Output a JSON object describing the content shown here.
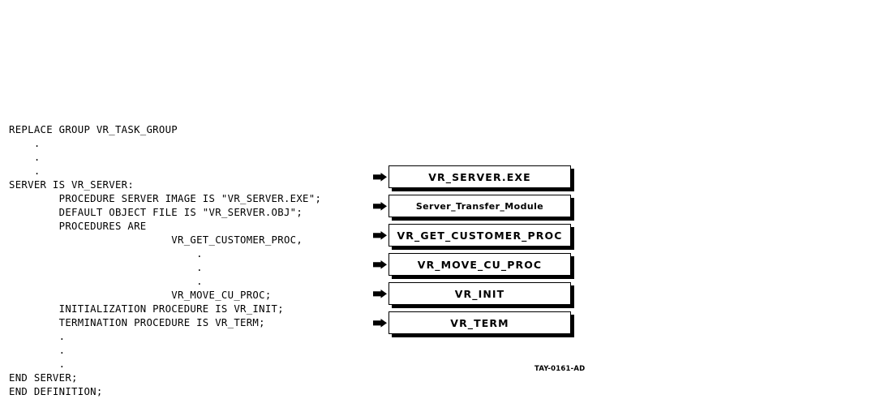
{
  "figure": {
    "caption": "TAY-0161-AD"
  },
  "code_listing": [
    {
      "type": "line",
      "text": "REPLACE GROUP VR_TASK_GROUP"
    },
    {
      "type": "dot",
      "text": "    ."
    },
    {
      "type": "dot",
      "text": "    ."
    },
    {
      "type": "dot",
      "text": "    ."
    },
    {
      "type": "line",
      "text": "SERVER IS VR_SERVER:"
    },
    {
      "type": "line",
      "text": "        PROCEDURE SERVER IMAGE IS \"VR_SERVER.EXE\";"
    },
    {
      "type": "line",
      "text": "        DEFAULT OBJECT FILE IS \"VR_SERVER.OBJ\";"
    },
    {
      "type": "line",
      "text": "        PROCEDURES ARE"
    },
    {
      "type": "line",
      "text": "                          VR_GET_CUSTOMER_PROC,"
    },
    {
      "type": "dot",
      "text": "                              ."
    },
    {
      "type": "dot",
      "text": "                              ."
    },
    {
      "type": "dot",
      "text": "                              ."
    },
    {
      "type": "line",
      "text": "                          VR_MOVE_CU_PROC;"
    },
    {
      "type": "line",
      "text": "        INITIALIZATION PROCEDURE IS VR_INIT;"
    },
    {
      "type": "line",
      "text": "        TERMINATION PROCEDURE IS VR_TERM;"
    },
    {
      "type": "dot",
      "text": "        ."
    },
    {
      "type": "dot",
      "text": "        ."
    },
    {
      "type": "dot",
      "text": "        ."
    },
    {
      "type": "line",
      "text": "END SERVER;"
    },
    {
      "type": "line",
      "text": "END DEFINITION;"
    }
  ],
  "boxes": [
    {
      "label": "VR_SERVER.EXE",
      "style": "normal",
      "arrow": true
    },
    {
      "label": "Server_Transfer_Module",
      "style": "small",
      "arrow": true
    },
    {
      "label": "VR_GET_CUSTOMER_PROC",
      "style": "normal",
      "arrow": true
    },
    {
      "label": "VR_MOVE_CU_PROC",
      "style": "normal",
      "arrow": true
    },
    {
      "label": "VR_INIT",
      "style": "normal",
      "arrow": true
    },
    {
      "label": "VR_TERM",
      "style": "normal",
      "arrow": true
    }
  ],
  "colors": {
    "ink": "#000000",
    "page": "#ffffff"
  }
}
